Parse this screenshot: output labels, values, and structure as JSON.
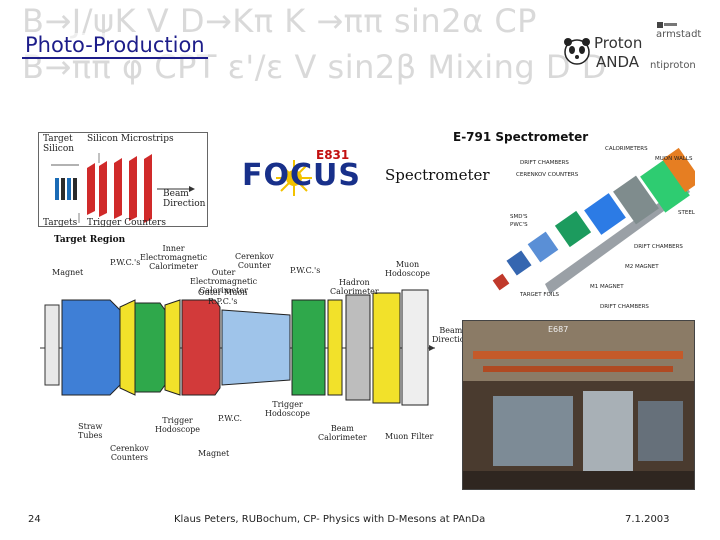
{
  "header": {
    "background_row1": "B→J/ψK  V  D→Kπ K →ππ  sin2α   CP",
    "background_row2": "B→ππ φ  CPT ε'/ε  V   sin2β  Mixing D D",
    "title": "Photo-Production",
    "logo": {
      "word_top": "Proton",
      "word_main": "ANDA",
      "word_right_top": "armstadt",
      "word_right_bottom": "ntiproton",
      "icon": "panda-bear-icon"
    }
  },
  "figure": {
    "target_box_labels": {
      "target_silicon": "Target\nSilicon",
      "silicon_microstrips": "Silicon Microstrips",
      "beam_direction": "Beam\nDirection",
      "targets": "Targets",
      "trigger_counters": "Trigger Counters"
    },
    "focus_logo": {
      "word": "FOCUS",
      "experiment": "E831",
      "spectrometer": "Spectrometer"
    },
    "e791": {
      "title": "E-791 Spectrometer",
      "labels": [
        "CALORIMETERS",
        "MUON WALLS",
        "DRIFT CHAMBERS",
        "CERENKOV COUNTERS",
        "SMD'S",
        "PWC'S",
        "STEEL",
        "DRIFT CHAMBERS",
        "M2 MAGNET",
        "M1 MAGNET",
        "TARGET FOILS",
        "DRIFT CHAMBERS"
      ]
    },
    "side_view": {
      "region_title": "Target Region",
      "labels": {
        "inner_em_cal": "Inner\nElectromagnetic\nCalorimeter",
        "cerenkov_counter": "Cerenkov\nCounter",
        "outer_em_cal": "Outer\nElectromagnetic\nCalorimeter",
        "magnet_left": "Magnet",
        "p_wcs_left": "P.W.C.'s",
        "outer_muon": "Outer Muon\nR.P.C.'s",
        "hadron_cal": "Hadron\nCalorimeter",
        "p_wcs_mid": "P.W.C.'s",
        "muon_hodoscope": "Muon\nHodoscope",
        "beam_direction": "Beam\nDirection",
        "straw_tubes": "Straw\nTubes",
        "trigger_hodoscope_bottom": "Trigger\nHodoscope",
        "cerenkov_counters": "Cerenkov\nCounters",
        "pwc_bottom": "P.W.C.",
        "trigger_hodoscope_top": "Trigger\nHodoscope",
        "magnet_bottom": "Magnet",
        "beam_calorimeter": "Beam\nCalorimeter",
        "muon_filter": "Muon Filter"
      }
    },
    "photo_label": "E687"
  },
  "footer": {
    "page_number": "24",
    "presenter": "Klaus Peters, RUBochum, CP- Physics with D-Mesons at PAnDa",
    "date": "7.1.2003"
  }
}
